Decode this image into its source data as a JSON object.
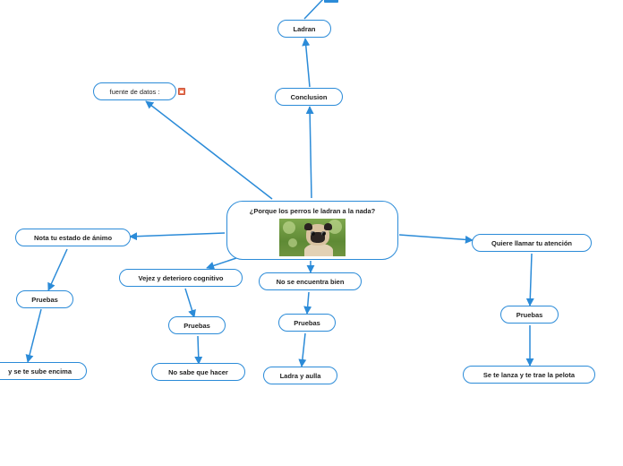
{
  "central": {
    "title": "¿Porque los perros le ladran a la nada?",
    "image": "pug-photo"
  },
  "nodes": {
    "ladran": "Ladran",
    "conclusion": "Conclusion",
    "fuente": "fuente de datos :",
    "nota": "Nota tu estado de ánimo",
    "pruebas_nota": "Pruebas",
    "sube_encima": "y se te sube encima",
    "vejez": "Vejez y deterioro cognitivo",
    "pruebas_vejez": "Pruebas",
    "no_sabe": "No sabe que hacer",
    "no_bien": "No se encuentra bien",
    "pruebas_no_bien": "Pruebas",
    "ladra_aulla": "Ladra y aulla",
    "quiere": "Quiere llamar tu atención",
    "pruebas_quiere": "Pruebas",
    "pelota": "Se te lanza y te trae la pelota"
  },
  "colors": {
    "edge": "#2b8bd8",
    "node_border": "#2b8bd8",
    "attachment_icon": "#f07c5a"
  },
  "icons": [
    "attachment-icon"
  ]
}
